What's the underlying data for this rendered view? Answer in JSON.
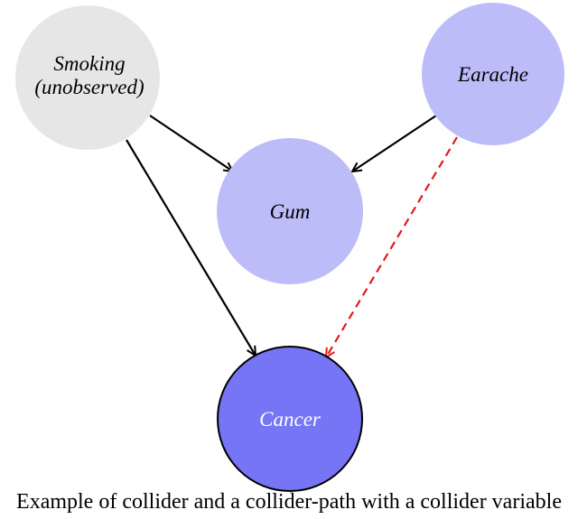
{
  "nodes": {
    "smoking": {
      "line1": "Smoking",
      "line2": "(unobserved)",
      "fill": "#e6e6e6",
      "text_color": "#000000"
    },
    "earache": {
      "label": "Earache",
      "fill": "#bcbcf9",
      "text_color": "#000000"
    },
    "gum": {
      "label": "Gum",
      "fill": "#bcbcf9",
      "text_color": "#000000"
    },
    "cancer": {
      "label": "Cancer",
      "fill": "#7575f6",
      "text_color": "#ffffff"
    }
  },
  "edges": [
    {
      "from": "Smoking",
      "to": "Gum",
      "style": "solid",
      "color": "#000000"
    },
    {
      "from": "Smoking",
      "to": "Cancer",
      "style": "solid",
      "color": "#000000"
    },
    {
      "from": "Earache",
      "to": "Gum",
      "style": "solid",
      "color": "#000000"
    },
    {
      "from": "Earache",
      "to": "Cancer",
      "style": "dashed",
      "color": "#e31a1c"
    }
  ],
  "caption": "Example of collider and a collider-path with a collider variable"
}
